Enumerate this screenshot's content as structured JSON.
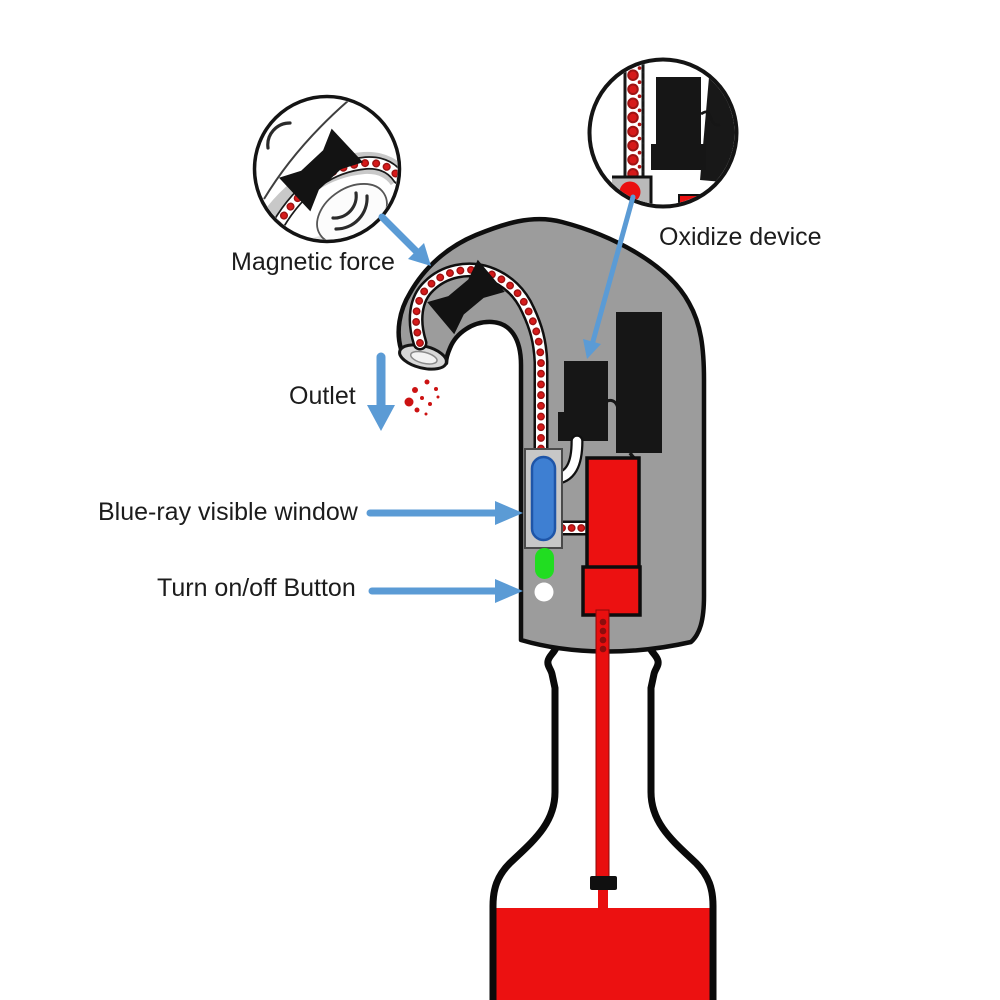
{
  "figure": {
    "type": "product-annotation-diagram",
    "subject": "Electric wine aerator pourer mounted on a wine bottle"
  },
  "labels": {
    "magnetic_force": "Magnetic force",
    "oxidize_device": "Oxidize device",
    "outlet": "Outlet",
    "blue_ray_window": "Blue-ray visible window",
    "power_button": "Turn on/off Button"
  },
  "colors": {
    "arrow_blue": "#5b9bd5",
    "wine_red": "#ec1111",
    "body_gray": "#9c9c9c",
    "panel_gray": "#c7c7c7",
    "window_blue": "#3e7fd2",
    "indicator_green": "#21dd21",
    "component_black": "#161616",
    "outline_black": "#0e0e0e",
    "flow_dot_red": "#d61a1a",
    "text_black": "#1c1c1c"
  }
}
